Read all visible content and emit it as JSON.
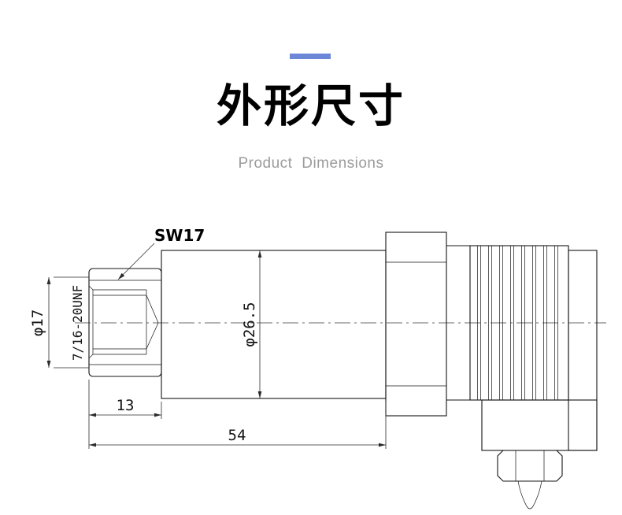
{
  "header": {
    "accent_color": "#6d87d8",
    "title": "外形尺寸",
    "subtitle": "Product Dimensions"
  },
  "drawing": {
    "line_color": "#141414",
    "labels": {
      "wrench_size": "SW17",
      "port_diameter": "φ17",
      "thread_spec": "7/16-20UNF",
      "body_diameter": "φ26.5",
      "port_length": "13",
      "overall_length": "54"
    }
  }
}
